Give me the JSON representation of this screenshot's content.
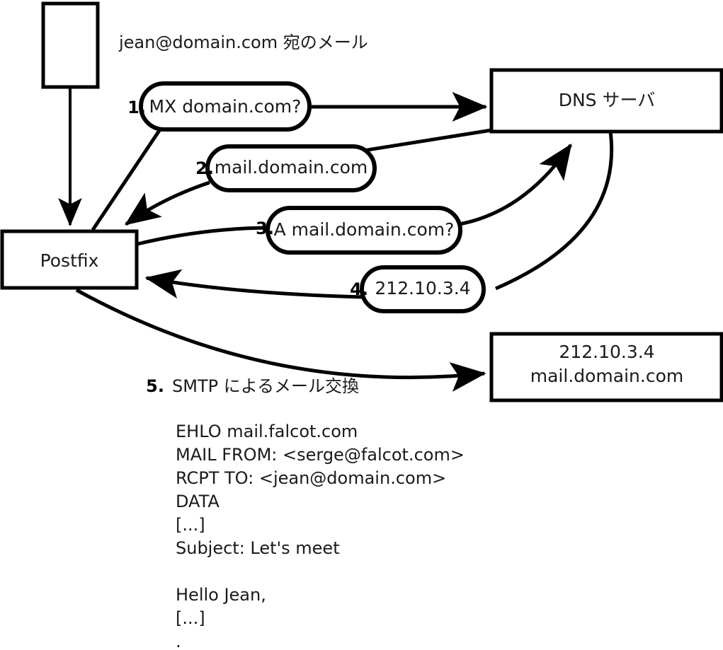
{
  "diagram": {
    "title_caption": "jean@domain.com 宛のメール",
    "nodes": [
      {
        "id": "sender-box",
        "label": ""
      },
      {
        "id": "postfix-box",
        "label": "Postfix"
      },
      {
        "id": "dns-box",
        "label": "DNS サーバ"
      },
      {
        "id": "mail-server-box",
        "label_line1": "212.10.3.4",
        "label_line2": "mail.domain.com"
      }
    ],
    "steps": [
      {
        "num": "1.",
        "label": "MX domain.com?"
      },
      {
        "num": "2.",
        "label": "mail.domain.com"
      },
      {
        "num": "3.",
        "label": "A mail.domain.com?"
      },
      {
        "num": "4.",
        "label": "212.10.3.4"
      }
    ],
    "step5": {
      "num": "5.",
      "label": "SMTP によるメール交換"
    },
    "smtp_transcript": [
      "EHLO mail.falcot.com",
      "MAIL FROM: <serge@falcot.com>",
      "RCPT TO: <jean@domain.com>",
      "DATA",
      "[...]",
      "Subject: Let's meet",
      "",
      "Hello Jean,",
      "[...]",
      "."
    ],
    "colors": {
      "stroke": "#000000",
      "fill": "#ffffff",
      "text": "#1a1a1a"
    }
  }
}
